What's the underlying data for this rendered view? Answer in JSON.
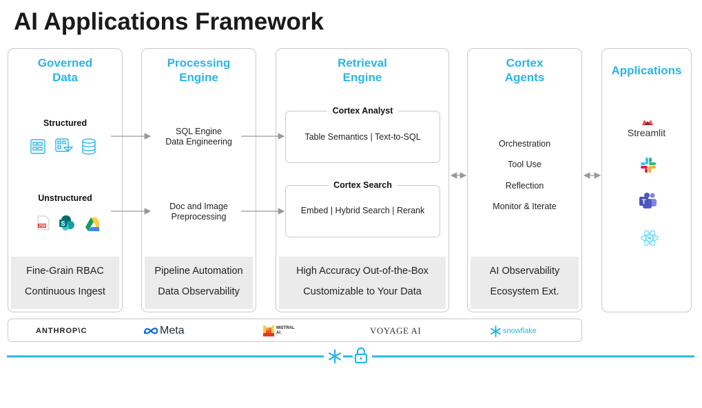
{
  "title": "AI Applications Framework",
  "columns": {
    "governed": {
      "title_line1": "Governed",
      "title_line2": "Data",
      "structured_label": "Structured",
      "unstructured_label": "Unstructured",
      "footer1": "Fine-Grain RBAC",
      "footer2": "Continuous Ingest"
    },
    "processing": {
      "title_line1": "Processing",
      "title_line2": "Engine",
      "item1_line1": "SQL Engine",
      "item1_line2": "Data Engineering",
      "item2_line1": "Doc and Image",
      "item2_line2": "Preprocessing",
      "footer1": "Pipeline Automation",
      "footer2": "Data Observability"
    },
    "retrieval": {
      "title_line1": "Retrieval",
      "title_line2": "Engine",
      "box1_title": "Cortex Analyst",
      "box1_text": "Table Semantics | Text-to-SQL",
      "box2_title": "Cortex Search",
      "box2_text": "Embed | Hybrid Search | Rerank",
      "footer1": "High Accuracy Out-of-the-Box",
      "footer2": "Customizable to Your Data"
    },
    "agents": {
      "title_line1": "Cortex",
      "title_line2": "Agents",
      "items": [
        "Orchestration",
        "Tool Use",
        "Reflection",
        "Monitor & Iterate"
      ],
      "footer1": "AI Observability",
      "footer2": "Ecosystem Ext."
    },
    "applications": {
      "title": "Applications",
      "streamlit_label": "Streamlit",
      "icons": [
        "streamlit-icon",
        "slack-icon",
        "teams-icon",
        "react-icon"
      ]
    }
  },
  "partners": {
    "anthropic": "ANTHROP\\C",
    "meta": "Meta",
    "mistral": "MISTRAL AI_",
    "voyage": "VOYAGE AI",
    "snowflake": "snowflake"
  },
  "colors": {
    "accent": "#29b5e8",
    "border": "#c9c9c9",
    "footer_bg": "#ebebeb",
    "arrow": "#999999"
  }
}
